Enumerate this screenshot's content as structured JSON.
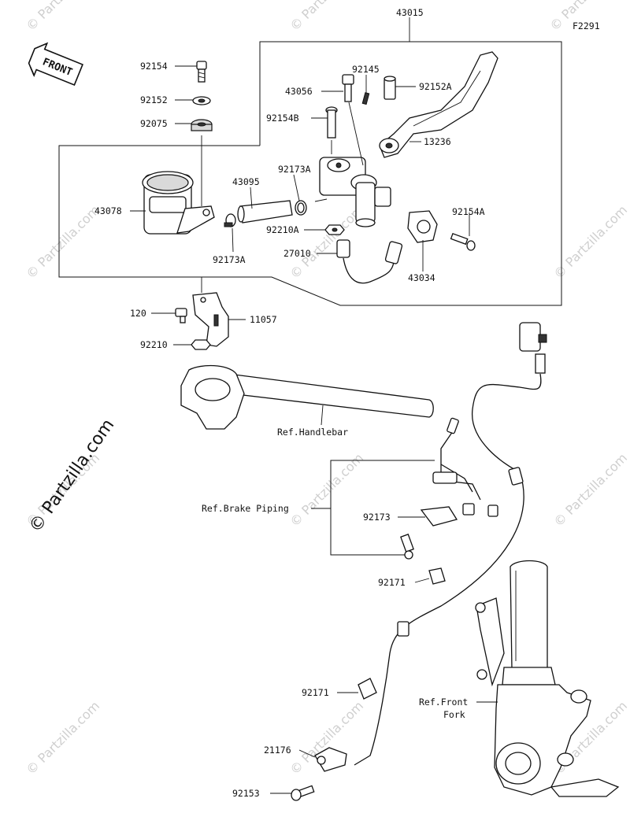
{
  "figure_code": "F2291",
  "front_label": "FRONT",
  "brand": "© Partzilla.com",
  "watermark": "© Partzilla.com",
  "parts": {
    "p43015": "43015",
    "p92154": "92154",
    "p92152": "92152",
    "p92075": "92075",
    "p43078": "43078",
    "p43095": "43095",
    "p92173A_top": "92173A",
    "p92173A_bot": "92173A",
    "p43056": "43056",
    "p92145": "92145",
    "p92152A": "92152A",
    "p92154B": "92154B",
    "p13236": "13236",
    "p92154A": "92154A",
    "p92210A": "92210A",
    "p27010": "27010",
    "p43034": "43034",
    "p120": "120",
    "p11057": "11057",
    "p92210": "92210",
    "ref_handlebar": "Ref.Handlebar",
    "ref_brake_piping": "Ref.Brake Piping",
    "p92173": "92173",
    "p92171_a": "92171",
    "p92171_b": "92171",
    "ref_front_fork_1": "Ref.Front",
    "ref_front_fork_2": "Fork",
    "p21176": "21176",
    "p92153": "92153"
  }
}
